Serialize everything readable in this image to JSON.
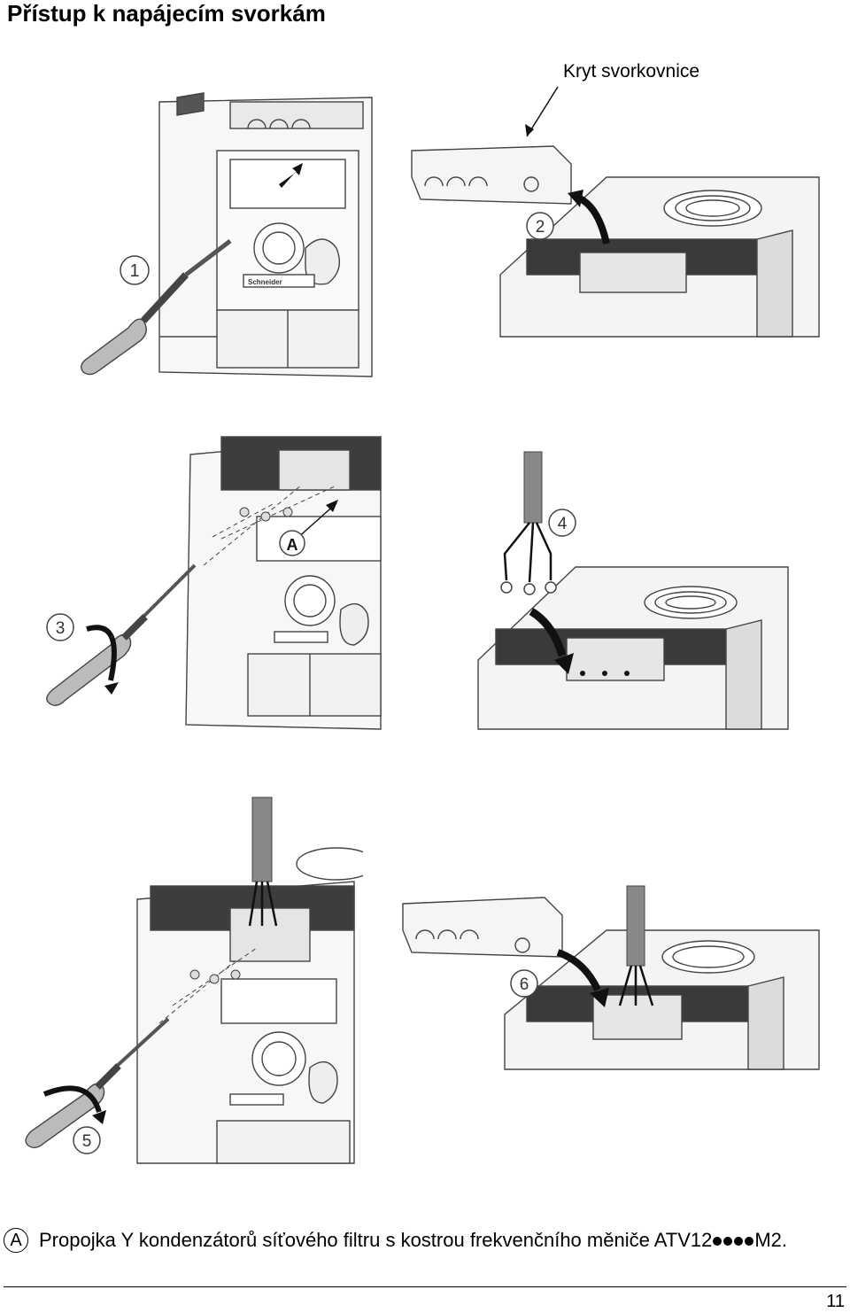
{
  "page": {
    "title": "Přístup k napájecím svorkám",
    "callout_label": "Kryt svorkovnice",
    "steps": [
      "1",
      "2",
      "3",
      "4",
      "5",
      "6"
    ],
    "marker_a": "A",
    "brand": "Schneider",
    "legend": {
      "marker": "A",
      "text_before": "Propojka Y kondenzátorů síťového filtru s kostrou frekvenčního měniče ATV12",
      "text_after": "M2."
    },
    "page_number": "11"
  }
}
